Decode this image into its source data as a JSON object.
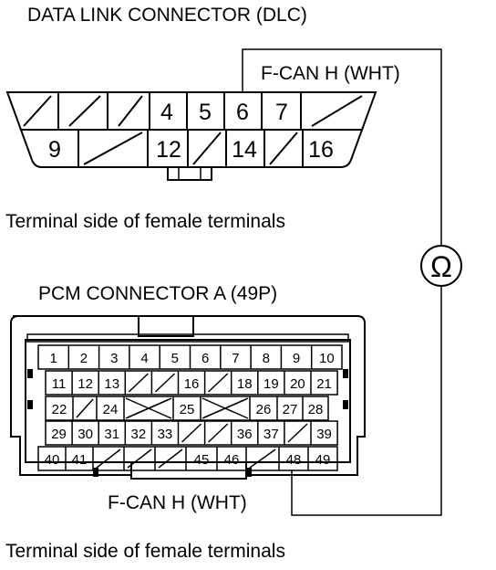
{
  "dlc": {
    "title": "DATA LINK CONNECTOR (DLC)",
    "wire_label": "F-CAN H (WHT)",
    "side_label": "Terminal side of female terminals",
    "top_row": [
      "",
      "",
      "",
      "4",
      "5",
      "6",
      "7",
      ""
    ],
    "bottom_row": [
      "9",
      "",
      "12",
      "",
      "14",
      "",
      "16"
    ]
  },
  "ohm_symbol": "Ω",
  "pcm": {
    "title": "PCM CONNECTOR A (49P)",
    "wire_label": "F-CAN H (WHT)",
    "side_label": "Terminal side of female terminals",
    "rows": [
      [
        "1",
        "2",
        "3",
        "4",
        "5",
        "6",
        "7",
        "8",
        "9",
        "10"
      ],
      [
        "11",
        "12",
        "13",
        "",
        "",
        "16",
        "",
        "18",
        "19",
        "20",
        "21"
      ],
      [
        "22",
        "",
        "24",
        "",
        "25",
        "",
        "26",
        "27",
        "28"
      ],
      [
        "29",
        "30",
        "31",
        "32",
        "33",
        "",
        "",
        "36",
        "37",
        "",
        "39"
      ],
      [
        "40",
        "41",
        "",
        "",
        "",
        "45",
        "46",
        "",
        "48",
        "49"
      ]
    ]
  }
}
